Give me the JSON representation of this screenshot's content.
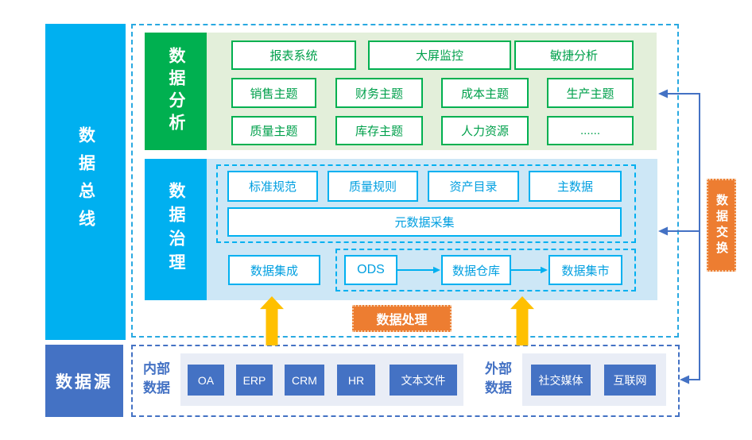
{
  "bus": {
    "label": "数据总线"
  },
  "analysis": {
    "label": "数据分析",
    "row1": [
      "报表系统",
      "大屏监控",
      "敏捷分析"
    ],
    "row2": [
      "销售主题",
      "财务主题",
      "成本主题",
      "生产主题"
    ],
    "row3": [
      "质量主题",
      "库存主题",
      "人力资源",
      "......"
    ]
  },
  "governance": {
    "label": "数据治理",
    "standards": [
      "标准规范",
      "质量规则",
      "资产目录",
      "主数据"
    ],
    "metadata": "元数据采集",
    "integration": "数据集成",
    "flow": [
      "ODS",
      "数据仓库",
      "数据集市"
    ]
  },
  "processing": {
    "label": "数据处理"
  },
  "exchange": {
    "label": "数据交换"
  },
  "sources": {
    "label": "数据源",
    "internal_label": "内部数据",
    "internal": [
      "OA",
      "ERP",
      "CRM",
      "HR",
      "文本文件"
    ],
    "external_label": "外部数据",
    "external": [
      "社交媒体",
      "互联网"
    ]
  },
  "colors": {
    "cyan": "#00B0F0",
    "green": "#00B050",
    "navy": "#4472C4",
    "orange": "#ED7D31",
    "yellow": "#FFC000",
    "light_green": "#E3EFDA",
    "light_blue": "#CDE7F6",
    "strip": "#E9EDF6"
  }
}
